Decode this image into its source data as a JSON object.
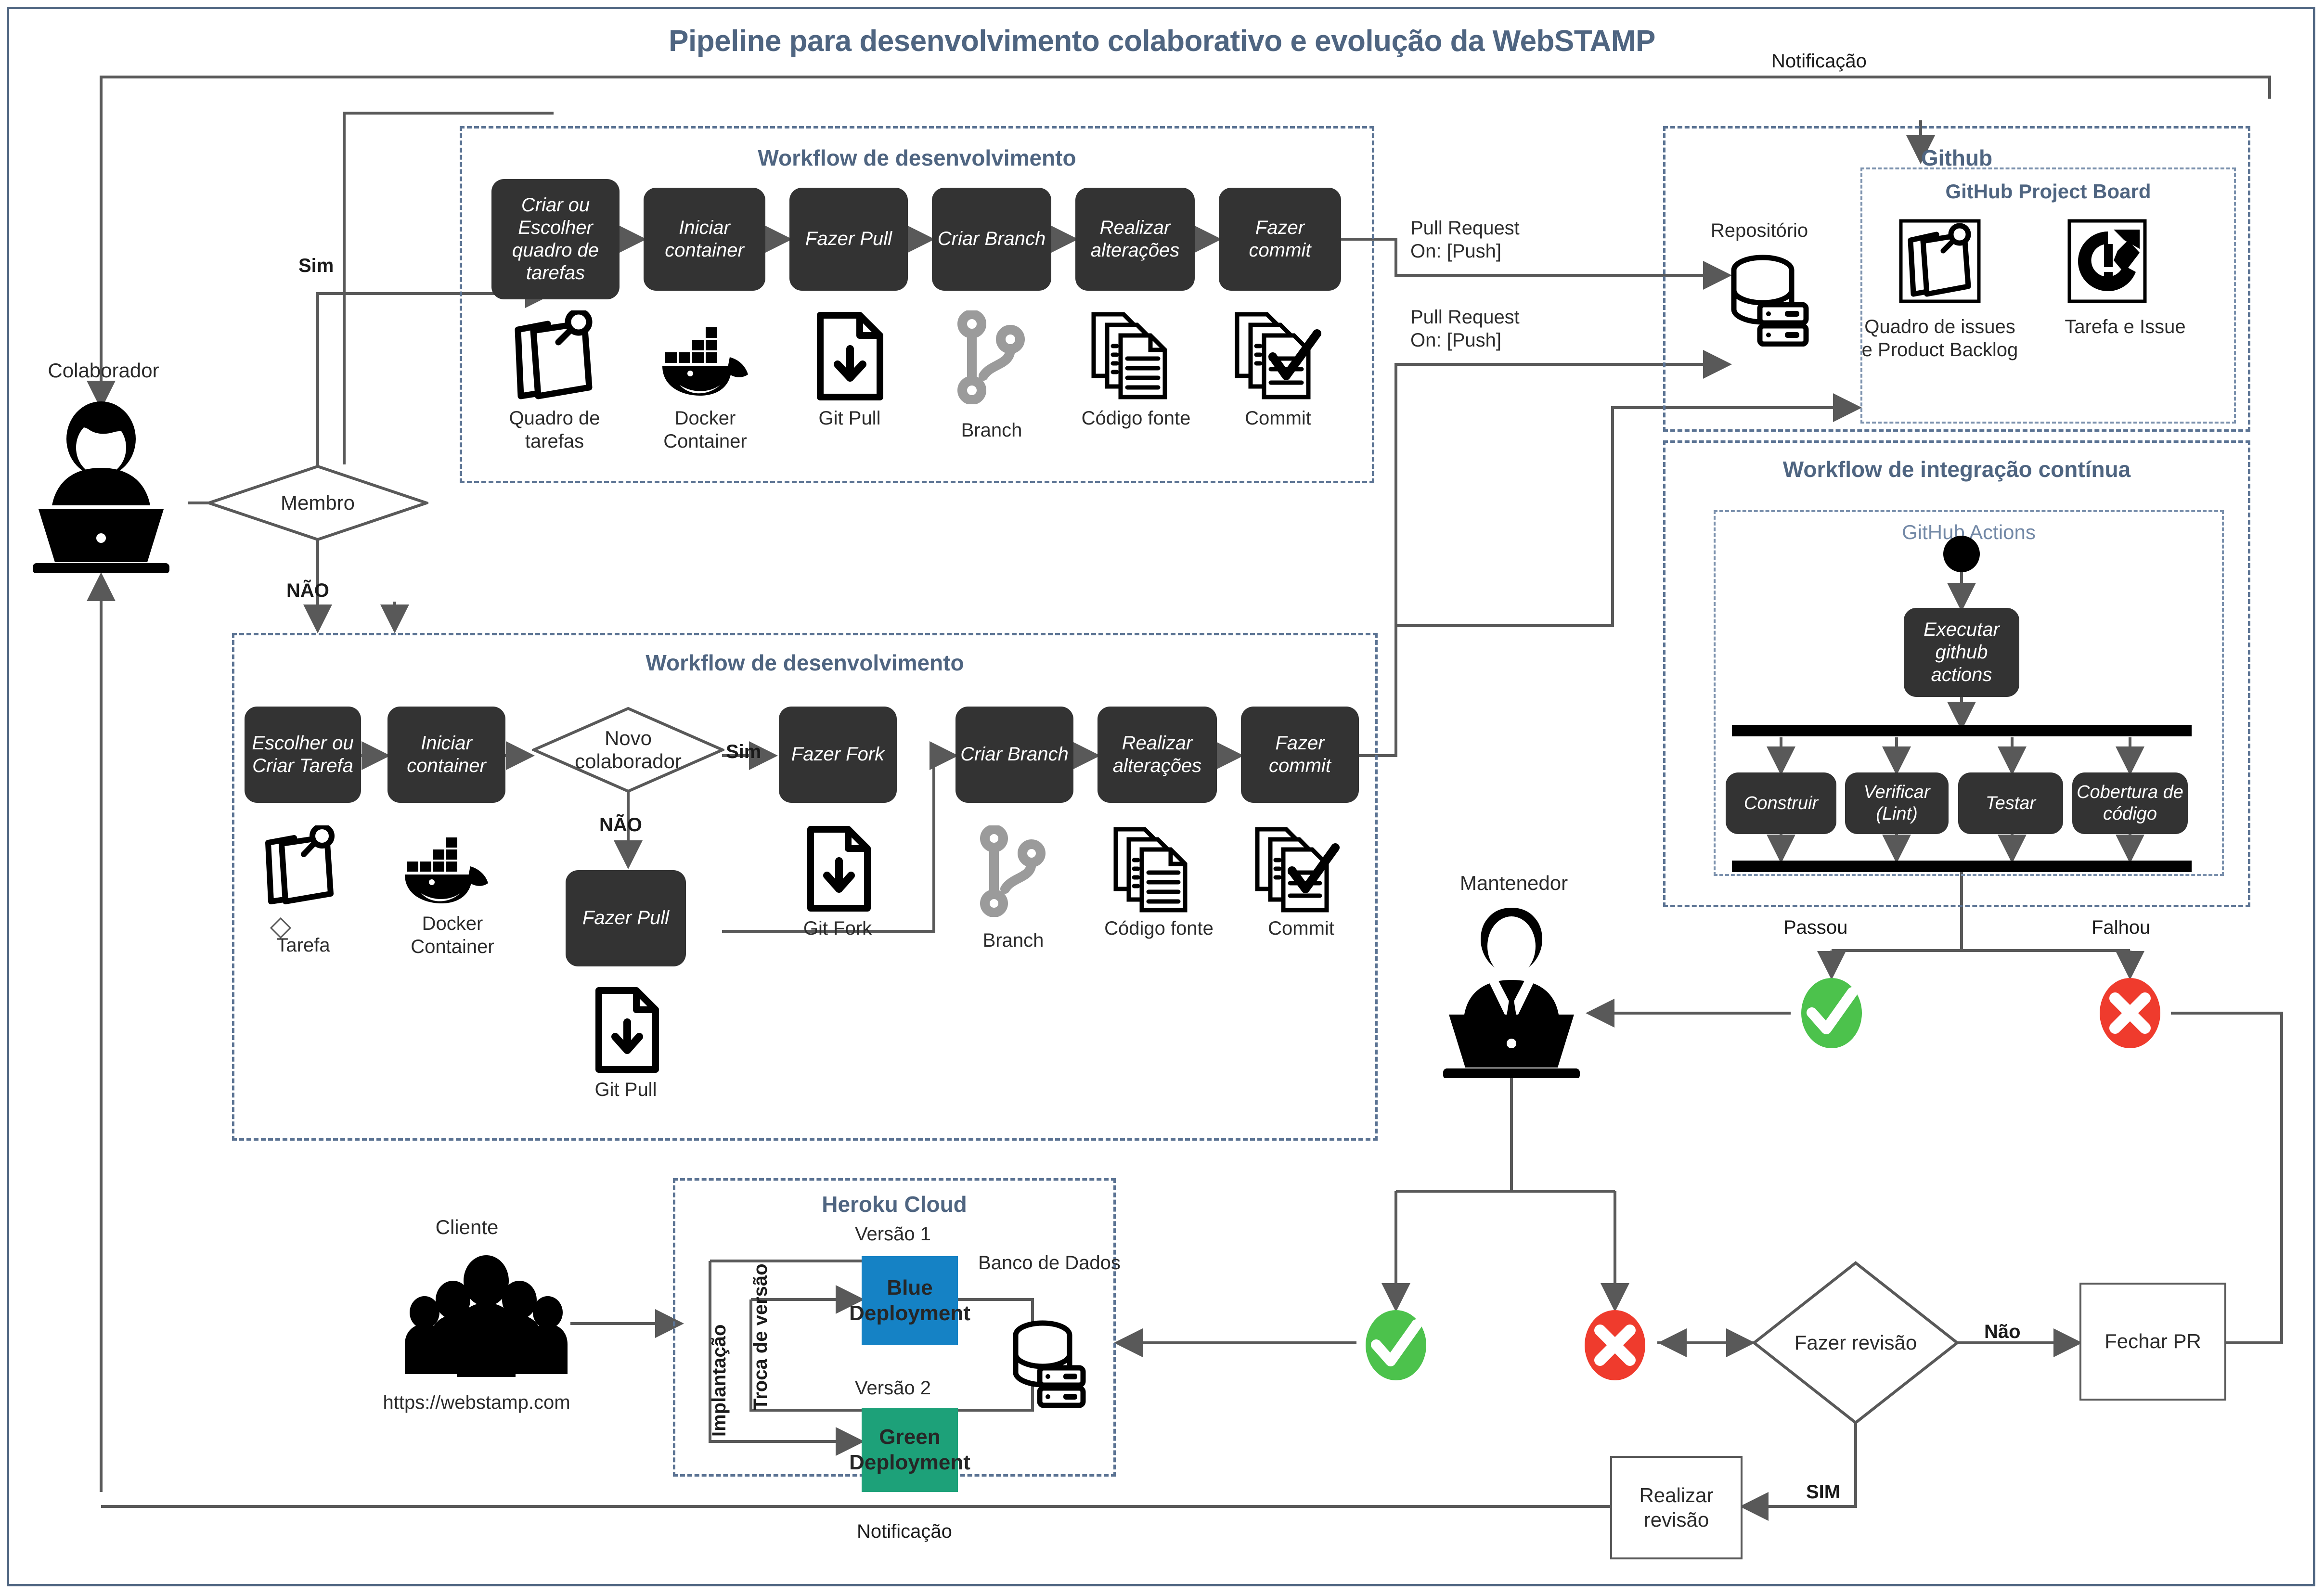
{
  "diagram": {
    "title": "Pipeline para desenvolvimento colaborativo e evolução da WebSTAMP",
    "accent_color": "#4f6581",
    "dark_box_color": "#333333",
    "blue_deployment_color": "#1582c5",
    "green_deployment_color": "#1da179",
    "pass_color": "#4cc24c",
    "fail_color": "#ef3b2d"
  },
  "actors": {
    "collaborator": "Colaborador",
    "maintainer": "Mantenedor",
    "client": "Cliente",
    "client_url": "https://webstamp.com"
  },
  "decisions": {
    "membro": "Membro",
    "membro_yes": "Sim",
    "membro_no": "NÃO",
    "novo_colaborador": "Novo colaborador",
    "novo_colaborador_yes": "Sim",
    "novo_colaborador_no": "NÃO",
    "fazer_revisao": "Fazer revisão",
    "fazer_revisao_no": "Não",
    "fazer_revisao_yes": "SIM"
  },
  "edges": {
    "notificacao_top": "Notificação",
    "notificacao_bottom": "Notificação",
    "pull_request_1": "Pull Request\nOn: [Push]",
    "pull_request_1_line1": "Pull Request",
    "pull_request_1_line2": "On: [Push]",
    "pull_request_2_line1": "Pull Request",
    "pull_request_2_line2": "On: [Push]",
    "passou": "Passou",
    "falhou": "Falhou",
    "implantacao": "Implantação",
    "troca_de_versao": "Troca de versão"
  },
  "workflow_top": {
    "title": "Workflow de desenvolvimento",
    "steps": [
      {
        "label": "Criar ou Escolher quadro de tarefas",
        "icon": "task-board-icon",
        "caption": "Quadro de tarefas"
      },
      {
        "label": "Iniciar container",
        "icon": "docker-whale-icon",
        "caption": "Docker Container"
      },
      {
        "label": "Fazer Pull",
        "icon": "git-pull-file-icon",
        "caption": "Git Pull"
      },
      {
        "label": "Criar Branch",
        "icon": "git-branch-icon",
        "caption": "Branch"
      },
      {
        "label": "Realizar alterações",
        "icon": "source-code-files-icon",
        "caption": "Código fonte"
      },
      {
        "label": "Fazer commit",
        "icon": "commit-files-check-icon",
        "caption": "Commit"
      }
    ]
  },
  "workflow_bottom": {
    "title": "Workflow de desenvolvimento",
    "steps": [
      {
        "label": "Escolher ou Criar Tarefa",
        "icon": "task-board-icon",
        "caption": "Tarefa"
      },
      {
        "label": "Iniciar container",
        "icon": "docker-whale-icon",
        "caption": "Docker Container"
      },
      {
        "label": "Fazer Fork",
        "icon": "git-fork-file-icon",
        "caption": "Git Fork"
      },
      {
        "label": "Fazer Pull",
        "icon": "git-pull-file-icon",
        "caption": "Git Pull"
      },
      {
        "label": "Criar Branch",
        "icon": "git-branch-icon",
        "caption": "Branch"
      },
      {
        "label": "Realizar alterações",
        "icon": "source-code-files-icon",
        "caption": "Código fonte"
      },
      {
        "label": "Fazer commit",
        "icon": "commit-files-check-icon",
        "caption": "Commit"
      }
    ]
  },
  "github": {
    "title": "Github",
    "repository_label": "Repositório",
    "project_board": {
      "title": "GitHub Project Board",
      "items": [
        {
          "icon": "issues-board-icon",
          "caption": "Quadro de issues e Product Backlog"
        },
        {
          "icon": "task-issue-icon",
          "caption": "Tarefa e Issue"
        }
      ]
    },
    "ci": {
      "title": "Workflow de integração contínua",
      "actions_title": "GitHub Actions",
      "trigger_label": "Executar github actions",
      "jobs": [
        "Construir",
        "Verificar (Lint)",
        "Testar",
        "Cobertura de código"
      ]
    }
  },
  "heroku": {
    "title": "Heroku Cloud",
    "version1_label": "Versão 1",
    "version2_label": "Versão 2",
    "blue_deployment": "Blue Deployment",
    "green_deployment": "Green Deployment",
    "database_label": "Banco de Dados"
  },
  "review": {
    "close_pr": "Fechar PR",
    "do_review": "Realizar revisão"
  }
}
